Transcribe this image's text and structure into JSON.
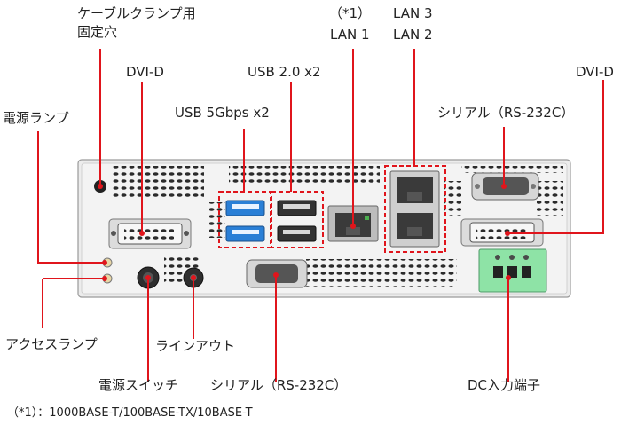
{
  "labels": {
    "cable_clamp_line1": "ケーブルクランプ用",
    "cable_clamp_line2": "固定穴",
    "dvi_left": "DVI-D",
    "power_lamp": "電源ランプ",
    "usb2": "USB 2.0 x2",
    "usb5": "USB 5Gbps x2",
    "lan1_note": "（*1）",
    "lan1": "LAN 1",
    "lan3": "LAN 3",
    "lan2": "LAN 2",
    "dvi_right": "DVI-D",
    "serial_top": "シリアル（RS-232C）",
    "access_lamp": "アクセスランプ",
    "line_out": "ラインアウト",
    "power_switch": "電源スイッチ",
    "serial_bottom": "シリアル（RS-232C）",
    "dc_input": "DC入力端子"
  },
  "footnote": "（*1）：1000BASE-T/100BASE-TX/10BASE-T",
  "colors": {
    "callout": "#e0151c",
    "chassis": "#e9e9e9",
    "chassis_edge": "#9a9a9a",
    "usb3_blue": "#2a7fd6",
    "dc_green": "#8ee3a6",
    "port_dark": "#3a3a3a"
  }
}
